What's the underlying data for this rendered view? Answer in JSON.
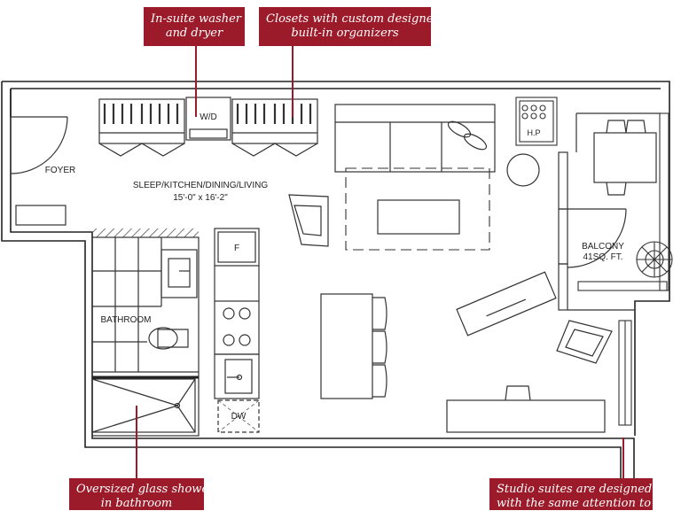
{
  "colors": {
    "accent": "#9b1b2a",
    "wall": "#222222",
    "line": "#333333",
    "hatch": "#555555",
    "background": "#ffffff"
  },
  "callouts": {
    "washer": {
      "line1": "In-suite washer",
      "line2": "and dryer"
    },
    "closets": {
      "line1": "Closets with custom designed",
      "line2": "built-in organizers"
    },
    "shower": {
      "line1": "Oversized glass shower",
      "line2": "in bathroom"
    },
    "studio": {
      "line1": "Studio suites are designed",
      "line2": "with the same attention to"
    }
  },
  "rooms": {
    "foyer": "FOYER",
    "living": {
      "name": "SLEEP/KITCHEN/DINING/LIVING",
      "dims": "15'-0\" x 16'-2\""
    },
    "balcony": {
      "name": "BALCONY",
      "area": "41SQ. FT."
    },
    "bathroom": "BATHROOM"
  },
  "fixtures": {
    "washer_dryer": "W/D",
    "heat_pump": "H.P",
    "fridge": "F",
    "dishwasher": "DW"
  }
}
